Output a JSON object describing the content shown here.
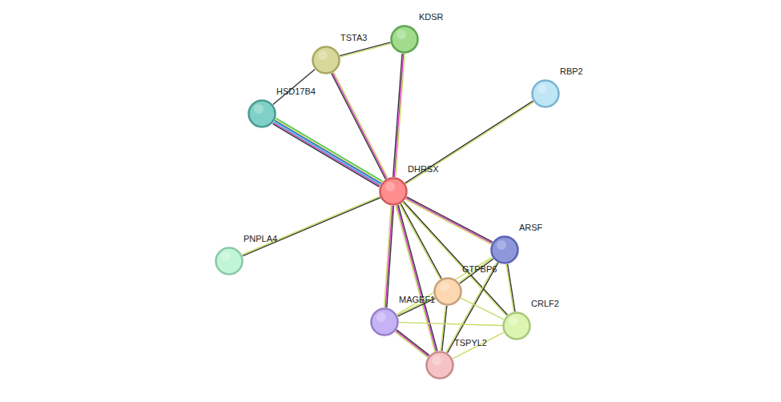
{
  "diagram": {
    "nodes": [
      {
        "text": [
          "KDSR"
        ]
      },
      {
        "text": [
          "TSTA3"
        ]
      },
      {
        "text": [
          "RBP2"
        ]
      },
      {
        "text": [
          "HSD17B4"
        ]
      },
      {
        "text": [
          "DHRSX"
        ]
      },
      {
        "text": [
          "PNPLA4"
        ]
      },
      {
        "text": [
          "ARSF"
        ]
      },
      {
        "text": [
          "GTPBP6"
        ]
      },
      {
        "text": [
          "MAGEF1"
        ]
      },
      {
        "text": [
          "CRLF2"
        ]
      },
      {
        "text": [
          "TSPYL2"
        ]
      }
    ],
    "edges": [
      {
        "from": 1,
        "to": 0,
        "arrow": "none"
      },
      {
        "from": 1,
        "to": 3,
        "arrow": "none"
      },
      {
        "from": 4,
        "to": 0,
        "arrow": "none"
      },
      {
        "from": 4,
        "to": 1,
        "arrow": "none"
      },
      {
        "from": 4,
        "to": 3,
        "arrow": "none"
      },
      {
        "from": 4,
        "to": 2,
        "arrow": "none"
      },
      {
        "from": 4,
        "to": 5,
        "arrow": "none"
      },
      {
        "from": 4,
        "to": 6,
        "arrow": "none"
      },
      {
        "from": 4,
        "to": 7,
        "arrow": "none"
      },
      {
        "from": 4,
        "to": 8,
        "arrow": "none"
      },
      {
        "from": 4,
        "to": 9,
        "arrow": "none"
      },
      {
        "from": 4,
        "to": 10,
        "arrow": "none"
      },
      {
        "from": 6,
        "to": 7,
        "arrow": "none"
      },
      {
        "from": 6,
        "to": 9,
        "arrow": "none"
      },
      {
        "from": 6,
        "to": 10,
        "arrow": "none"
      },
      {
        "from": 6,
        "to": 8,
        "arrow": "none"
      },
      {
        "from": 7,
        "to": 8,
        "arrow": "none"
      },
      {
        "from": 7,
        "to": 9,
        "arrow": "none"
      },
      {
        "from": 7,
        "to": 10,
        "arrow": "none"
      },
      {
        "from": 8,
        "to": 9,
        "arrow": "none"
      },
      {
        "from": 8,
        "to": 10,
        "arrow": "none"
      },
      {
        "from": 9,
        "to": 10,
        "arrow": "none"
      }
    ]
  }
}
